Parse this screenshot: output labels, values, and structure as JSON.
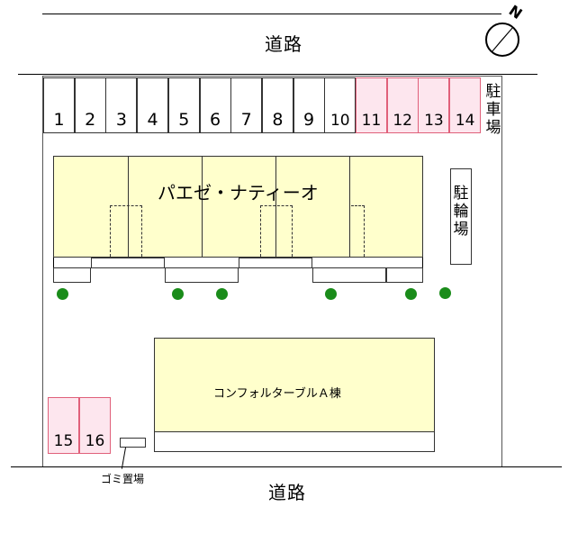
{
  "roads": {
    "top": "道路",
    "bottom": "道路"
  },
  "compass": {
    "label": "N"
  },
  "parking": {
    "top_slots": [
      {
        "number": "1",
        "highlighted": false
      },
      {
        "number": "2",
        "highlighted": false
      },
      {
        "number": "3",
        "highlighted": false
      },
      {
        "number": "4",
        "highlighted": false
      },
      {
        "number": "5",
        "highlighted": false
      },
      {
        "number": "6",
        "highlighted": false
      },
      {
        "number": "7",
        "highlighted": false
      },
      {
        "number": "8",
        "highlighted": false
      },
      {
        "number": "9",
        "highlighted": false
      },
      {
        "number": "10",
        "highlighted": false
      },
      {
        "number": "11",
        "highlighted": true
      },
      {
        "number": "12",
        "highlighted": true
      },
      {
        "number": "13",
        "highlighted": true
      },
      {
        "number": "14",
        "highlighted": true
      }
    ],
    "bottom_slots": [
      {
        "number": "15",
        "highlighted": true
      },
      {
        "number": "16",
        "highlighted": true
      }
    ],
    "label_chars": [
      "駐",
      "車",
      "場"
    ]
  },
  "bicycle_parking": {
    "label_chars": [
      "駐",
      "輪",
      "場"
    ]
  },
  "buildings": {
    "main": {
      "name": "パエゼ・ナティーオ"
    },
    "neighbor": {
      "name": "コンフォルターブルＡ棟"
    }
  },
  "garbage": {
    "label": "ゴミ置場"
  },
  "colors": {
    "building_fill": "#ffffcc",
    "highlight_fill": "#fde6ee",
    "highlight_border": "#e0607a",
    "tree": "#1a8c1a"
  }
}
